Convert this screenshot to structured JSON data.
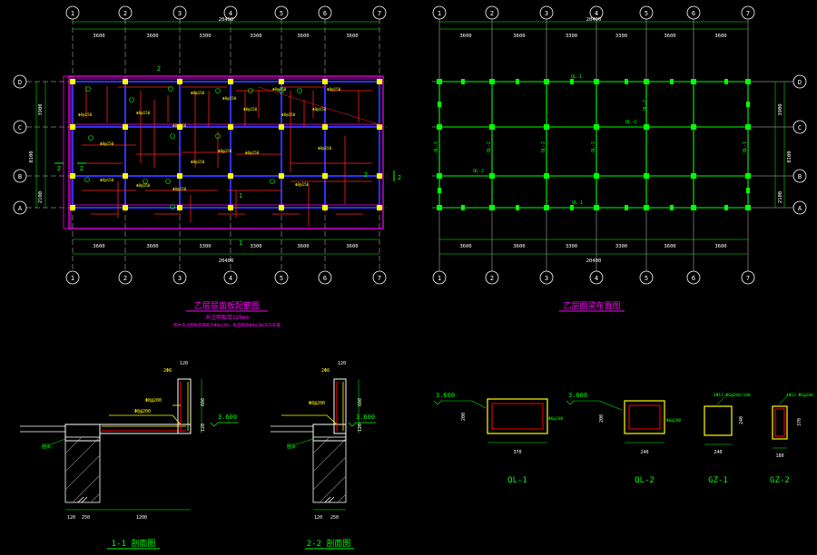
{
  "plan_left": {
    "grid_numbers": [
      "1",
      "2",
      "3",
      "4",
      "5",
      "6",
      "7"
    ],
    "grid_letters": [
      "D",
      "C",
      "B",
      "A"
    ],
    "dims_top": [
      "3600",
      "3600",
      "3300",
      "3300",
      "3600",
      "3600"
    ],
    "dims_bottom": [
      "3600",
      "3600",
      "3300",
      "3300",
      "3600",
      "3600"
    ],
    "total_top": "20400",
    "total_bottom": "20400",
    "dims_left": [
      "3900",
      "2100"
    ],
    "dim_left_total": "8100",
    "section_marks": [
      "2",
      "2",
      "2",
      "2",
      "1",
      "1"
    ],
    "title": "乙层层面板配筋图",
    "note1": "未注明板厚120mm",
    "note2": "图中未注明板底钢筋为Φ8@200，板面钢筋Φ8@200双向布置"
  },
  "plan_right": {
    "grid_numbers": [
      "1",
      "2",
      "3",
      "4",
      "5",
      "6",
      "7"
    ],
    "grid_letters": [
      "D",
      "C",
      "B",
      "A"
    ],
    "dims_top": [
      "3600",
      "3600",
      "3300",
      "3300",
      "3600",
      "3600"
    ],
    "dims_bottom": [
      "3600",
      "3600",
      "3300",
      "3300",
      "3600",
      "3600"
    ],
    "total_top": "20400",
    "total_bottom": "20400",
    "dims_right": [
      "3900",
      "2100"
    ],
    "dim_right_total": "8100",
    "beam_labels": [
      "QL-1",
      "QL-2",
      "QL-2",
      "QL-2",
      "QL-2",
      "QL-1",
      "QL-2",
      "QL-1",
      "QL-2",
      "QL-1"
    ],
    "title": "乙层圈梁布置图"
  },
  "section_1": {
    "title": "1-1 剖面图",
    "level": "3.600",
    "rebar1": "Φ8@200",
    "rebar2": "Φ8@200",
    "dim_top": "120",
    "dim_side": "600",
    "dim_slab": "120",
    "dims_bottom": [
      "120",
      "250",
      "1200"
    ],
    "tag": "圈梁",
    "small": "2Φ8"
  },
  "section_2": {
    "title": "2-2 剖面图",
    "level": "3.600",
    "rebar1": "Φ8@200",
    "dim_top": "120",
    "dim_side": "600",
    "dim_slab": "120",
    "dims_bottom": [
      "120",
      "250"
    ],
    "tag": "圈梁",
    "small": "2Φ8"
  },
  "details": [
    {
      "name": "QL-1",
      "level": "3.600",
      "h": "200",
      "w": "370",
      "note": "Φ6@200"
    },
    {
      "name": "QL-2",
      "level": "3.600",
      "h": "200",
      "w": "240",
      "note": "Φ6@200"
    },
    {
      "name": "GZ-1",
      "h": "240",
      "w": "240",
      "note": "4Φ12 Φ6@200/100"
    },
    {
      "name": "GZ-2",
      "h": "370",
      "w": "180",
      "note": "4Φ12 Φ6@200"
    }
  ]
}
